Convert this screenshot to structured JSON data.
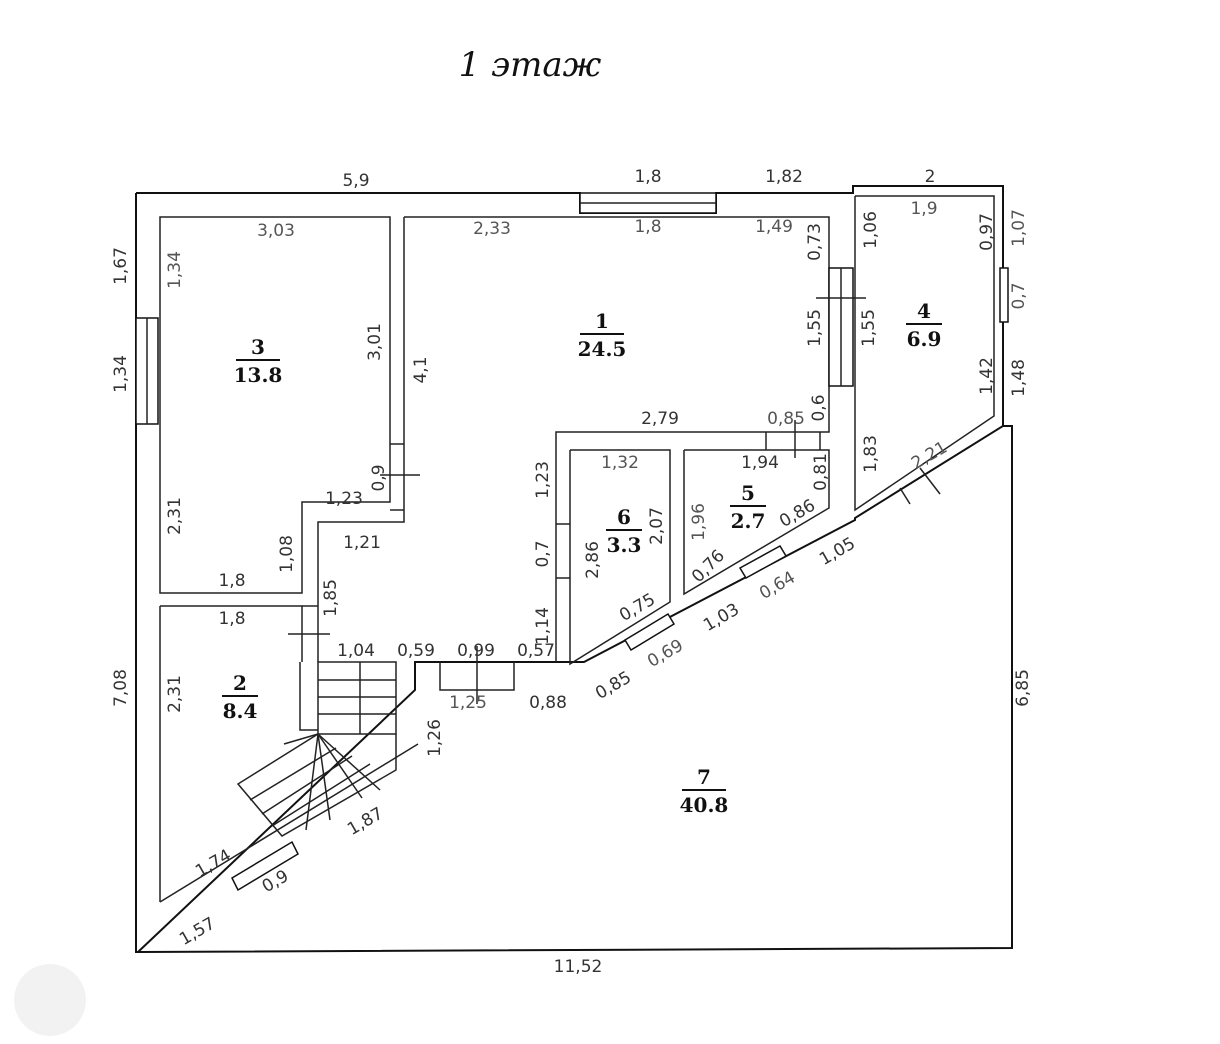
{
  "title": "1 этаж",
  "rooms": [
    {
      "num": "1",
      "area": "24.5"
    },
    {
      "num": "2",
      "area": "8.4"
    },
    {
      "num": "3",
      "area": "13.8"
    },
    {
      "num": "4",
      "area": "6.9"
    },
    {
      "num": "5",
      "area": "2.7"
    },
    {
      "num": "6",
      "area": "3.3"
    },
    {
      "num": "7",
      "area": "40.8"
    }
  ],
  "dims": {
    "top_5_9": "5,9",
    "top_1_8": "1,8",
    "top_1_82": "1,82",
    "top_2": "2",
    "left_1_67": "1,67",
    "left_1_34": "1,34",
    "left_7_08": "7,08",
    "r3_3_03": "3,03",
    "r3_1_34": "1,34",
    "r3_3_01": "3,01",
    "r3_2_31": "2,31",
    "r3_1_23": "1,23",
    "r3_0_9": "0,9",
    "r3_1_08": "1,08",
    "r3_1_8": "1,8",
    "r1_2_33": "2,33",
    "r1_1_8": "1,8",
    "r1_1_49": "1,49",
    "r1_0_73": "0,73",
    "r1_1_55a": "1,55",
    "r1_1_55b": "1,55",
    "r1_4_1": "4,1",
    "r1_2_79": "2,79",
    "r1_0_85": "0,85",
    "r1_0_6": "0,6",
    "r1_1_21": "1,21",
    "r1_1_85": "1,85",
    "r4_1_06": "1,06",
    "r4_1_9": "1,9",
    "r4_0_97": "0,97",
    "r4_1_07": "1,07",
    "r4_0_7": "0,7",
    "r4_1_42": "1,42",
    "r4_1_48": "1,48",
    "r4_1_83": "1,83",
    "r4_2_21": "2,21",
    "r5_1_94": "1,94",
    "r5_0_81": "0,81",
    "r5_1_96": "1,96",
    "r5_0_86": "0,86",
    "r5_0_76": "0,76",
    "r6_1_32": "1,32",
    "r6_2_07": "2,07",
    "r6_2_86": "2,86",
    "r6_1_23": "1,23",
    "r6_0_7": "0,7",
    "r6_1_14": "1,14",
    "r6_0_75": "0,75",
    "ext_0_64": "0,64",
    "ext_1_05": "1,05",
    "ext_1_03": "1,03",
    "ext_0_69": "0,69",
    "ext_0_85": "0,85",
    "ext_0_88": "0,88",
    "ext_1_25": "1,25",
    "ext_0_57": "0,57",
    "ext_0_99": "0,99",
    "ext_0_59": "0,59",
    "ext_1_04": "1,04",
    "ext_1_26": "1,26",
    "ext_1_87": "1,87",
    "ext_1_74": "1,74",
    "ext_0_9": "0,9",
    "ext_1_57": "1,57",
    "ext_11_52": "11,52",
    "ext_6_85": "6,85",
    "r2_1_8": "1,8",
    "r2_2_31": "2,31"
  }
}
